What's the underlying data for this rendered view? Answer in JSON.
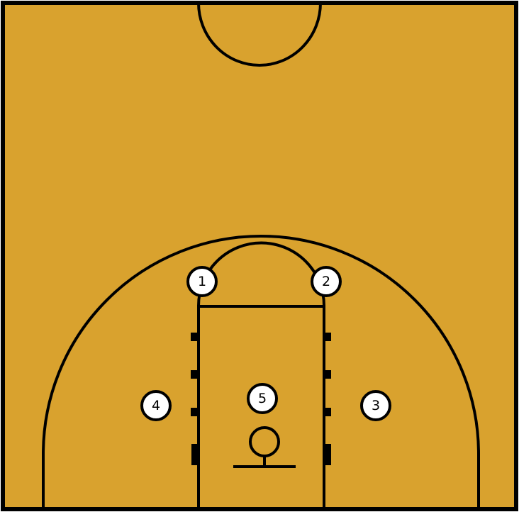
{
  "court": {
    "floor_color": "#D9A22E",
    "line_color": "#000000",
    "player_fill": "#FFFFFF"
  },
  "players": [
    {
      "id": "player-1",
      "label": "1"
    },
    {
      "id": "player-2",
      "label": "2"
    },
    {
      "id": "player-3",
      "label": "3"
    },
    {
      "id": "player-4",
      "label": "4"
    },
    {
      "id": "player-5",
      "label": "5"
    }
  ]
}
